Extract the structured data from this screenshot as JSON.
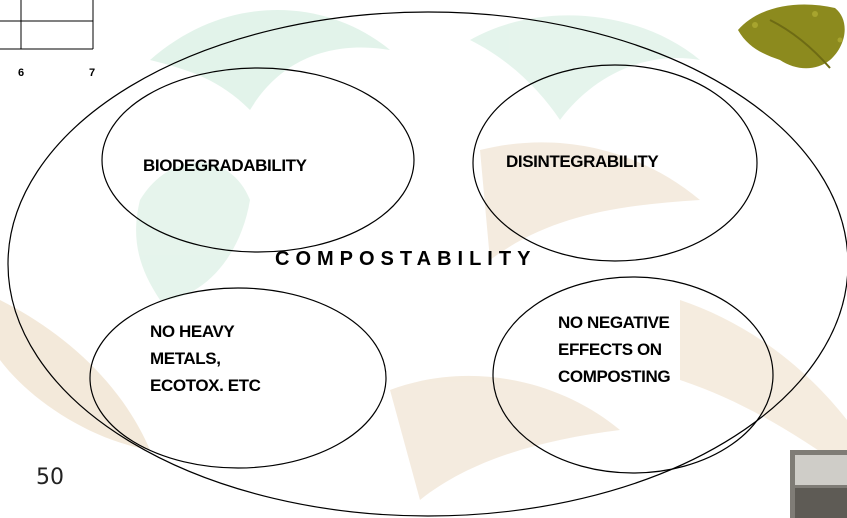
{
  "slide": {
    "page_number": "50",
    "chart_fragment": {
      "tick_labels": [
        "6",
        "7"
      ]
    },
    "diagram": {
      "outer_label": "COMPOSTABILITY",
      "circles": [
        {
          "id": "biodegradability",
          "lines": [
            "BIODEGRADABILITY"
          ]
        },
        {
          "id": "disintegrability",
          "lines": [
            "DISINTEGRABILITY"
          ]
        },
        {
          "id": "no-heavy-metals",
          "lines": [
            "NO HEAVY",
            "METALS,",
            "ECOTOX. ETC"
          ]
        },
        {
          "id": "no-negative-effects",
          "lines": [
            "NO NEGATIVE",
            "EFFECTS ON",
            "COMPOSTING"
          ]
        }
      ]
    },
    "colors": {
      "background_watermark": "#d8efe4",
      "watermark_brown": "#efe2cf",
      "leaf": "#8c8a1e",
      "line": "#000000"
    }
  }
}
